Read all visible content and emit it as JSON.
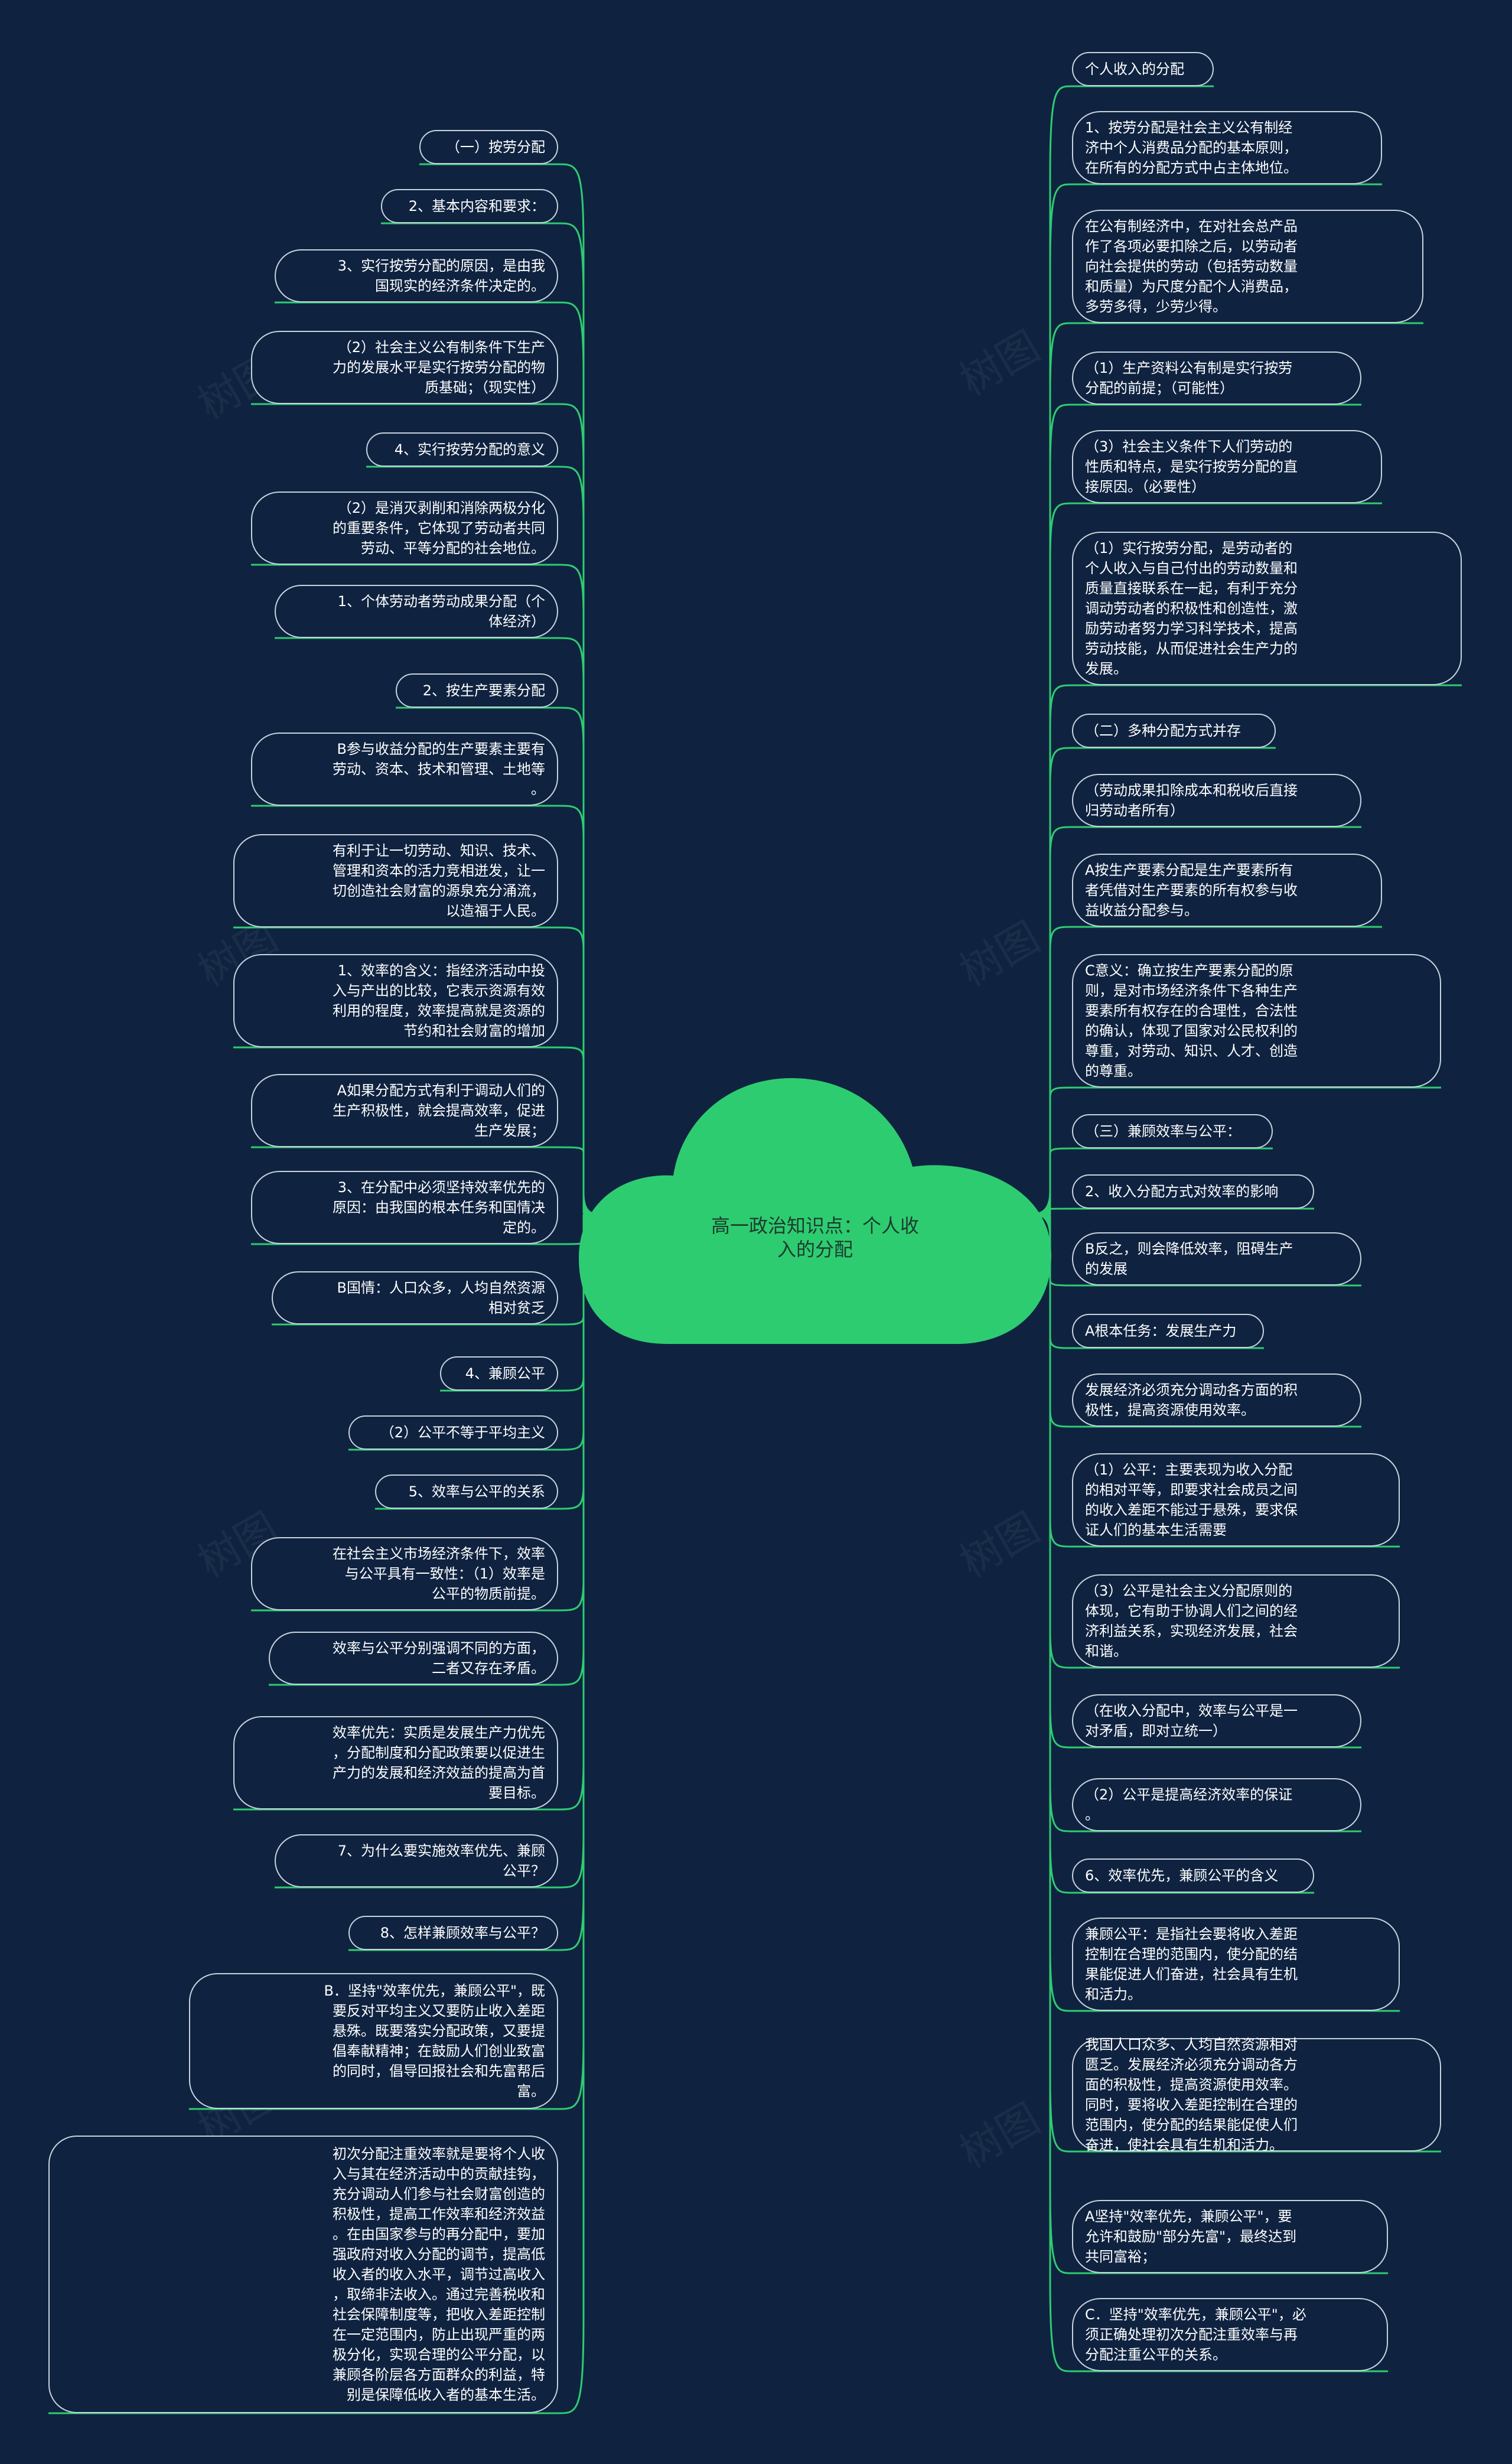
{
  "colors": {
    "background": "#0f2340",
    "cloud": "#2ecc71",
    "branch": "#2ecc71",
    "node_border": "#c9d3de",
    "text": "#ffffff"
  },
  "central_topic": "高一政治知识点：个人收\n入的分配",
  "watermark_text": "树图",
  "left_nodes": [
    "（一）按劳分配",
    "2、基本内容和要求：",
    "3、实行按劳分配的原因，是由我\n国现实的经济条件决定的。",
    "（2）社会主义公有制条件下生产\n力的发展水平是实行按劳分配的物\n质基础；（现实性）",
    "4、实行按劳分配的意义",
    "（2）是消灭剥削和消除两极分化\n的重要条件，它体现了劳动者共同\n劳动、平等分配的社会地位。",
    "1、个体劳动者劳动成果分配（个\n体经济）",
    "2、按生产要素分配",
    "B参与收益分配的生产要素主要有\n劳动、资本、技术和管理、土地等\n。",
    "有利于让一切劳动、知识、技术、\n管理和资本的活力竞相迸发，让一\n切创造社会财富的源泉充分涌流，\n以造福于人民。",
    "1、效率的含义：指经济活动中投\n入与产出的比较，它表示资源有效\n利用的程度，效率提高就是资源的\n节约和社会财富的增加",
    "A如果分配方式有利于调动人们的\n生产积极性，就会提高效率，促进\n生产发展；",
    "3、在分配中必须坚持效率优先的\n原因：由我国的根本任务和国情决\n定的。",
    "B国情：人口众多，人均自然资源\n相对贫乏",
    "4、兼顾公平",
    "（2）公平不等于平均主义",
    "5、效率与公平的关系",
    "在社会主义市场经济条件下，效率\n与公平具有一致性：（1）效率是\n公平的物质前提。",
    "效率与公平分别强调不同的方面，\n二者又存在矛盾。",
    "效率优先：实质是发展生产力优先\n，分配制度和分配政策要以促进生\n产力的发展和经济效益的提高为首\n要目标。",
    "7、为什么要实施效率优先、兼顾\n公平？",
    "8、怎样兼顾效率与公平？",
    "B．坚持\"效率优先，兼顾公平\"，既\n要反对平均主义又要防止收入差距\n悬殊。既要落实分配政策，又要提\n倡奉献精神；在鼓励人们创业致富\n的同时，倡导回报社会和先富帮后\n富。",
    "初次分配注重效率就是要将个人收\n入与其在经济活动中的贡献挂钩，\n充分调动人们参与社会财富创造的\n积极性，提高工作效率和经济效益\n。在由国家参与的再分配中，要加\n强政府对收入分配的调节，提高低\n收入者的收入水平，调节过高收入\n，取缔非法收入。通过完善税收和\n社会保障制度等，把收入差距控制\n在一定范围内，防止出现严重的两\n极分化，实现合理的公平分配，以\n兼顾各阶层各方面群众的利益，特\n别是保障低收入者的基本生活。"
  ],
  "right_nodes": [
    "个人收入的分配",
    "1、按劳分配是社会主义公有制经\n济中个人消费品分配的基本原则，\n在所有的分配方式中占主体地位。",
    "在公有制经济中，在对社会总产品\n作了各项必要扣除之后，以劳动者\n向社会提供的劳动（包括劳动数量\n和质量）为尺度分配个人消费品，\n多劳多得，少劳少得。",
    "（1）生产资料公有制是实行按劳\n分配的前提；（可能性）",
    "（3）社会主义条件下人们劳动的\n性质和特点，是实行按劳分配的直\n接原因。（必要性）",
    "（1）实行按劳分配，是劳动者的\n个人收入与自己付出的劳动数量和\n质量直接联系在一起，有利于充分\n调动劳动者的积极性和创造性，激\n励劳动者努力学习科学技术，提高\n劳动技能，从而促进社会生产力的\n发展。",
    "（二）多种分配方式并存",
    "（劳动成果扣除成本和税收后直接\n归劳动者所有）",
    "A按生产要素分配是生产要素所有\n者凭借对生产要素的所有权参与收\n益收益分配参与。",
    "C意义：确立按生产要素分配的原\n则，是对市场经济条件下各种生产\n要素所有权存在的合理性，合法性\n的确认，体现了国家对公民权利的\n尊重，对劳动、知识、人才、创造\n的尊重。",
    "（三）兼顾效率与公平：",
    "2、收入分配方式对效率的影响",
    "B反之，则会降低效率，阻碍生产\n的发展",
    "A根本任务：发展生产力",
    "发展经济必须充分调动各方面的积\n极性，提高资源使用效率。",
    "（1）公平：主要表现为收入分配\n的相对平等，即要求社会成员之间\n的收入差距不能过于悬殊，要求保\n证人们的基本生活需要",
    "（3）公平是社会主义分配原则的\n体现，它有助于协调人们之间的经\n济利益关系，实现经济发展，社会\n和谐。",
    "（在收入分配中，效率与公平是一\n对矛盾，即对立统一）",
    "（2）公平是提高经济效率的保证\n。",
    "6、效率优先，兼顾公平的含义",
    "兼顾公平：是指社会要将收入差距\n控制在合理的范围内，使分配的结\n果能促进人们奋进，社会具有生机\n和活力。",
    "我国人口众多、人均自然资源相对\n匮乏。发展经济必须充分调动各方\n面的积极性，提高资源使用效率。\n同时，要将收入差距控制在合理的\n范围内，使分配的结果能促使人们\n奋进，使社会具有生机和活力。",
    "A坚持\"效率优先，兼顾公平\"，要\n允许和鼓励\"部分先富\"，最终达到\n共同富裕；",
    "C．坚持\"效率优先，兼顾公平\"，必\n须正确处理初次分配注重效率与再\n分配注重公平的关系。"
  ]
}
